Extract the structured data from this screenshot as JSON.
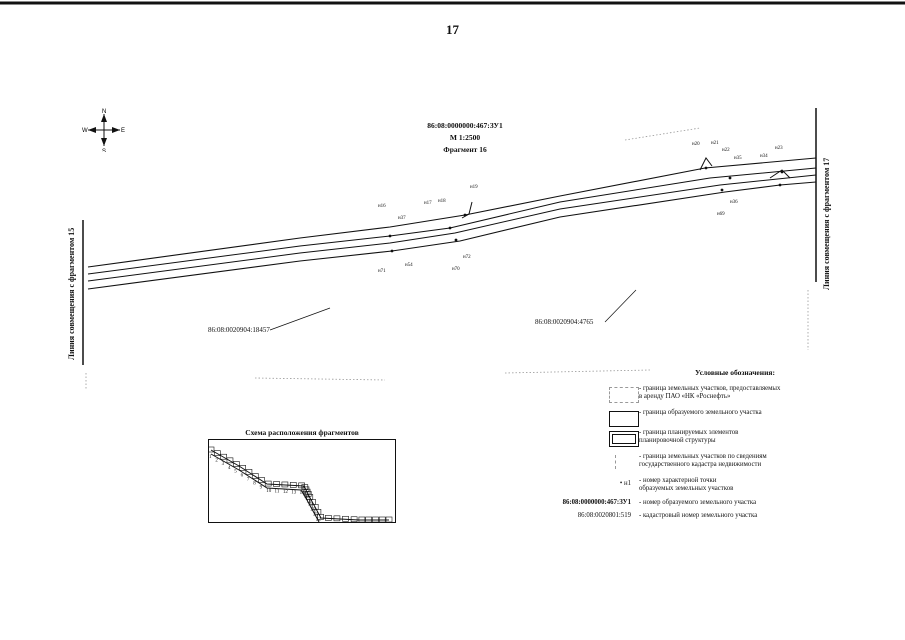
{
  "page_number": "17",
  "header": {
    "parcel_id": "86:08:0000000:467:ЗУ1",
    "scale": "М 1:2500",
    "fragment": "Фрагмент 16"
  },
  "compass": {
    "n": "N",
    "s": "S",
    "w": "W",
    "e": "E"
  },
  "edge_labels": {
    "left": "Линия совмещения с фрагментом 15",
    "right": "Линия совмещения с фрагментом 17"
  },
  "cadastral_labels": {
    "left": "86:08:0020904:18457",
    "right": "86:08:0020904:4765"
  },
  "point_labels": [
    "н16",
    "н17",
    "н18",
    "н19",
    "н20",
    "н21",
    "н22",
    "н23",
    "н34",
    "н35",
    "н36",
    "н37",
    "н54",
    "н69",
    "н70",
    "н71",
    "н72"
  ],
  "legend": {
    "title": "Условные обозначения:",
    "items": [
      {
        "text": "- граница земельных участков, предоставляемых\nв аренду ПАО «НК «Роснефть»"
      },
      {
        "text": "- граница образуемого земельного участка"
      },
      {
        "text": "- граница планируемых элементов\nпланировочной структуры"
      },
      {
        "text": "- граница земельных участков по сведениям\nгосударственного кадастра недвижимости"
      },
      {
        "symbol": "• н1",
        "text": "- номер характерной точки\nобразуемых земельных участков"
      },
      {
        "symbol": "86:08:0000000:467:ЗУ1",
        "text": "- номер образуемого земельного участка"
      },
      {
        "symbol": "86:08:0020801:519",
        "text": "- кадастровый номер земельного участка"
      }
    ]
  },
  "scheme": {
    "title": "Схема расположения фрагментов",
    "numbers": [
      "1",
      "2",
      "3",
      "4",
      "5",
      "6",
      "7",
      "8",
      "9",
      "10",
      "11",
      "12",
      "13",
      "14",
      "15",
      "16",
      "17",
      "18",
      "19",
      "20",
      "21",
      "22",
      "23",
      "24",
      "25",
      "26",
      "27",
      "28",
      "29",
      "30",
      "31",
      "32"
    ]
  }
}
